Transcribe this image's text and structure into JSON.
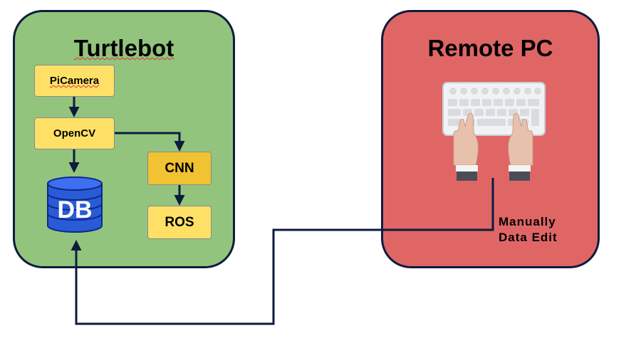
{
  "turtlebot": {
    "title": "Turtlebot",
    "nodes": {
      "picamera": "PiCamera",
      "opencv": "OpenCV",
      "cnn": "CNN",
      "ros": "ROS",
      "db": "DB"
    }
  },
  "remote": {
    "title": "Remote PC",
    "edit_label_line1": "Manually",
    "edit_label_line2": "Data Edit"
  },
  "colors": {
    "turtlebot_bg": "#93c47d",
    "remote_bg": "#e06666",
    "node_fill": "#ffe066",
    "cnn_fill": "#f1c232",
    "db_fill": "#2a5bd7",
    "connector": "#0d1b3e"
  }
}
